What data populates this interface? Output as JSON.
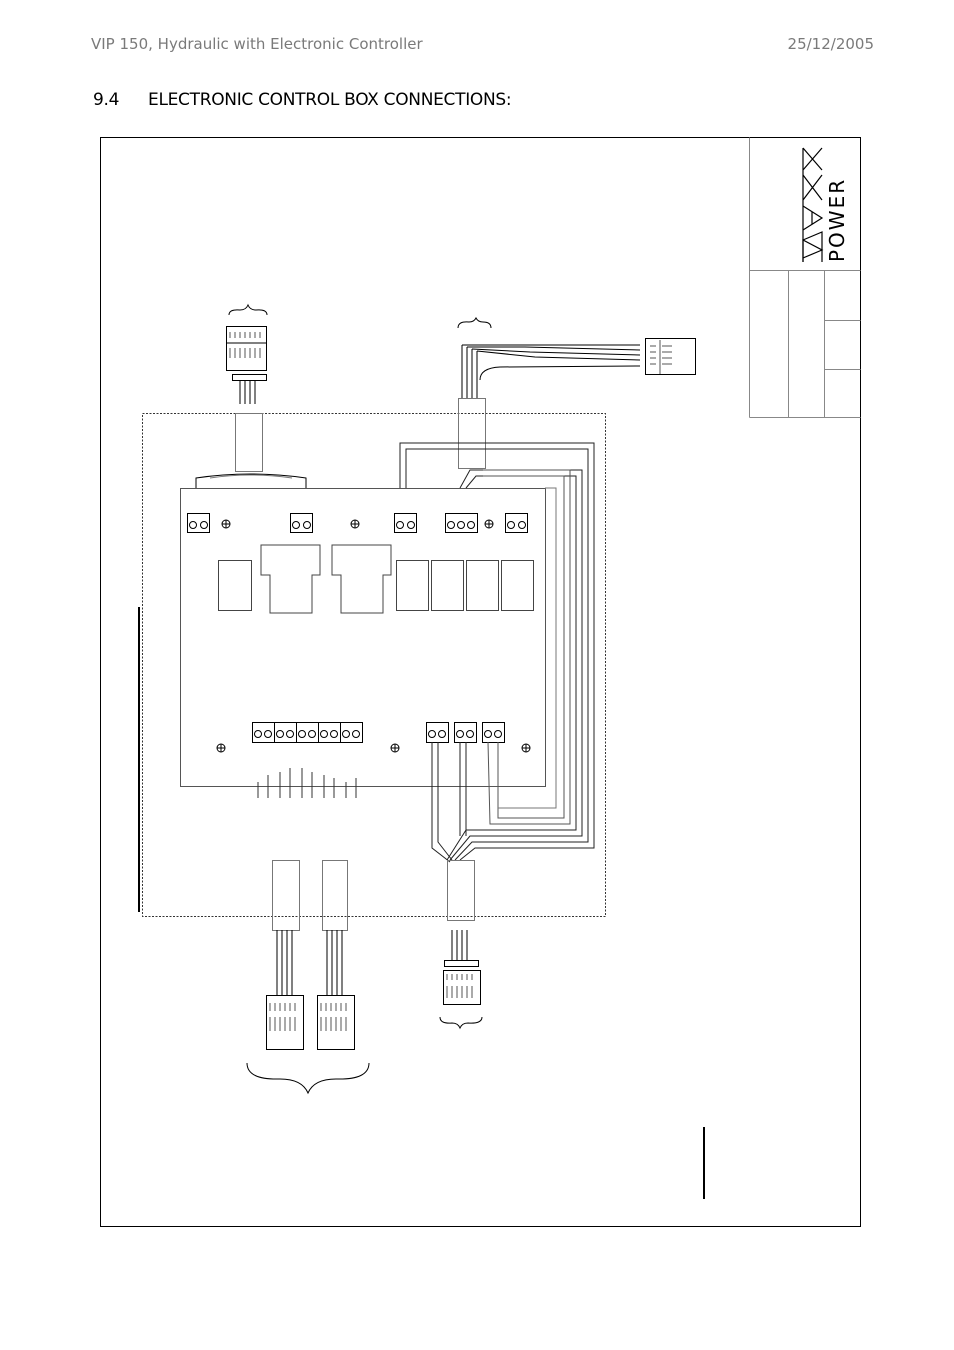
{
  "header": {
    "document_title": "VIP 150, Hydraulic with Electronic Controller",
    "date": "25/12/2005"
  },
  "section": {
    "number": "9.4",
    "title": "ELECTRONIC CONTROL BOX CONNECTIONS:"
  },
  "logo": {
    "brand_word": "POWER"
  }
}
